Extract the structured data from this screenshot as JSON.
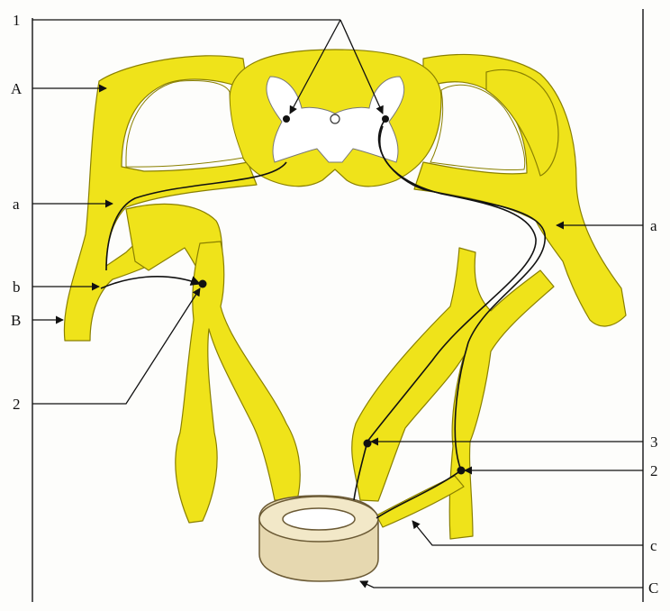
{
  "labels": {
    "one": "1",
    "A": "A",
    "a_left": "a",
    "b": "b",
    "B": "B",
    "two_left": "2",
    "a_right": "a",
    "three": "3",
    "two_right": "2",
    "c": "c",
    "C": "C"
  },
  "colors": {
    "nerve_fill": "#efe31a",
    "nerve_edge": "#8a8000",
    "grey_matter": "#ffffff",
    "vertebra_fill": "#ece0bc",
    "line": "#111111"
  }
}
